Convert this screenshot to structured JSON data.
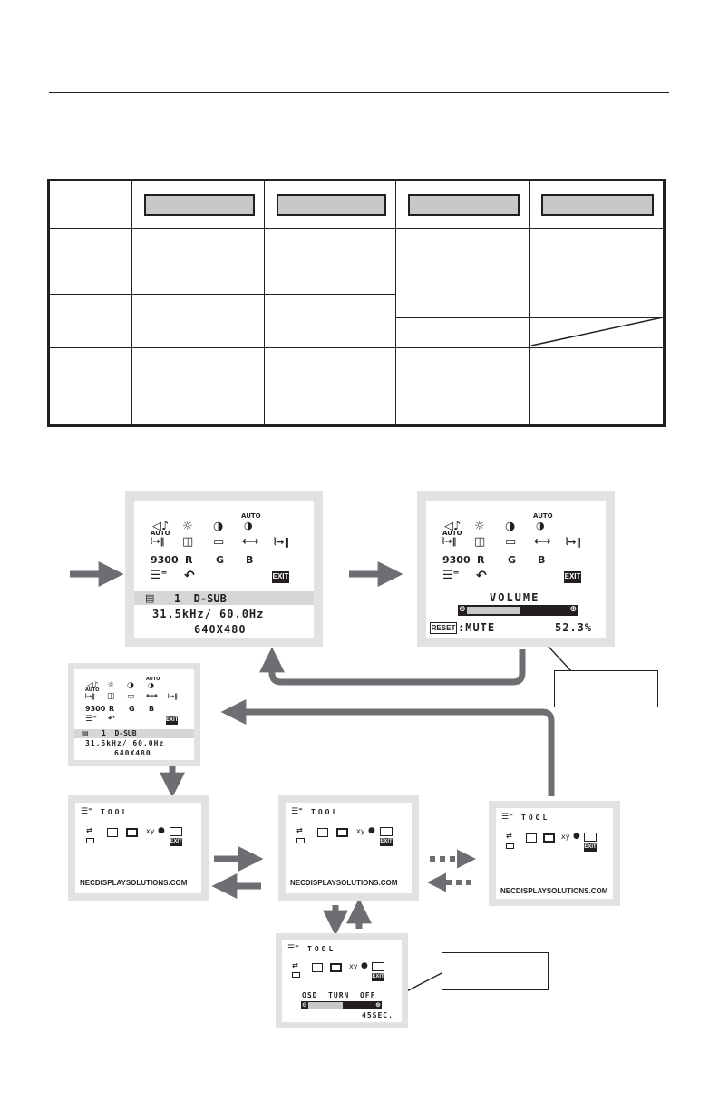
{
  "icons": {
    "row1": [
      "volume-icon",
      "brightness-icon",
      "contrast-icon",
      "auto-adjust-icon"
    ],
    "auto_label": "AUTO",
    "row2": [
      "auto-fine-icon",
      "left-right-icon",
      "down-up-icon",
      "h-size-icon",
      "fine-icon"
    ],
    "row3_color_temp": "9300",
    "row3_colors": [
      "R",
      "G",
      "B"
    ],
    "row4": [
      "tool-icon",
      "reset-icon"
    ],
    "exit_label": "EXIT"
  },
  "screen_main": {
    "input_label": "1  D-SUB",
    "frequency": "31.5kHz/ 60.0Hz",
    "resolution": "640X480"
  },
  "screen_volume": {
    "title": "VOLUME",
    "reset_label": "RESET",
    "mute_label": ":MUTE",
    "value": "52.3%",
    "level": 0.523
  },
  "screen_tool": {
    "title": "TOOL",
    "website": "NECDISPLAYSOLUTIONS.COM",
    "xy_label": "xy"
  },
  "screen_osd": {
    "title": "TOOL",
    "bar_label": "OSD  TURN  OFF",
    "value": "45SEC.",
    "level": 0.52
  },
  "colors": {
    "ink": "#231f20",
    "arrow": "#6d6e71",
    "frame": "#e2e2e2",
    "band": "#d6d6d6",
    "bar": "#c8c8c8"
  }
}
